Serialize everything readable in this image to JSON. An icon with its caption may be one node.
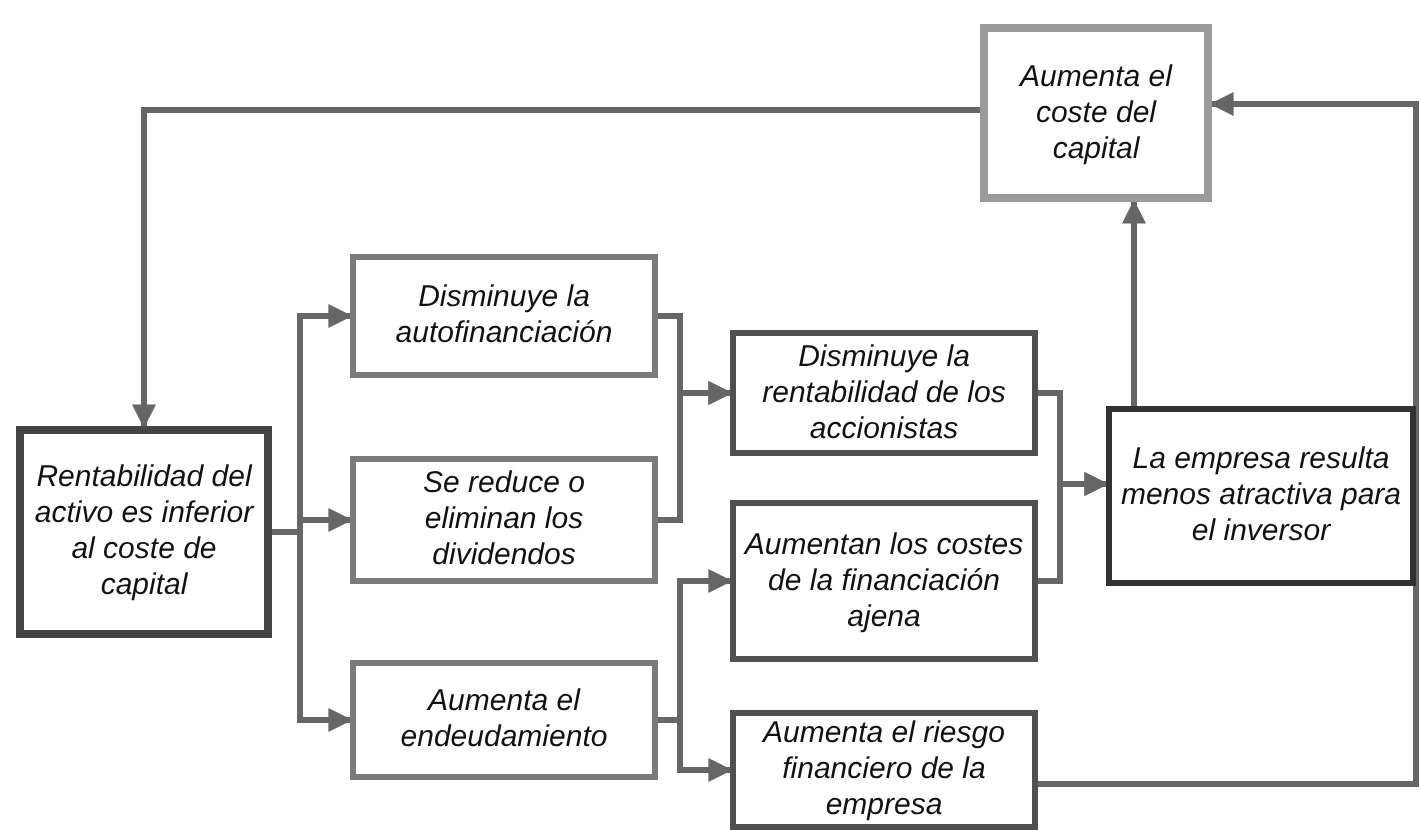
{
  "diagram": {
    "nodes": [
      {
        "text": [
          "Aumenta el coste del capital"
        ]
      },
      {
        "text": [
          "Disminuye la autofinanciación"
        ]
      },
      {
        "text": [
          "Se reduce o eliminan los dividendos"
        ]
      },
      {
        "text": [
          "Aumenta el endeudamiento"
        ]
      },
      {
        "text": [
          "Rentabilidad del activo es inferior al coste de capital"
        ]
      },
      {
        "text": [
          "Disminuye la rentabilidad de los accionistas"
        ]
      },
      {
        "text": [
          "Aumentan los costes de la financiación ajena"
        ]
      },
      {
        "text": [
          "Aumenta el riesgo financiero de la empresa"
        ]
      },
      {
        "text": [
          "La empresa resulta menos atractiva para el inversor"
        ]
      }
    ],
    "edges": [
      {
        "from": 0,
        "to": 4,
        "arrow": "to"
      },
      {
        "from": 4,
        "to": 1,
        "arrow": "to"
      },
      {
        "from": 4,
        "to": 2,
        "arrow": "to"
      },
      {
        "from": 4,
        "to": 3,
        "arrow": "to"
      },
      {
        "from": 1,
        "to": 5,
        "arrow": "to"
      },
      {
        "from": 2,
        "to": 5,
        "arrow": "to"
      },
      {
        "from": 3,
        "to": 6,
        "arrow": "to"
      },
      {
        "from": 3,
        "to": 7,
        "arrow": "to"
      },
      {
        "from": 5,
        "to": 8,
        "arrow": "to"
      },
      {
        "from": 6,
        "to": 8,
        "arrow": "to"
      },
      {
        "from": 8,
        "to": 0,
        "arrow": "to"
      },
      {
        "from": 7,
        "to": 0,
        "arrow": "to"
      }
    ]
  }
}
